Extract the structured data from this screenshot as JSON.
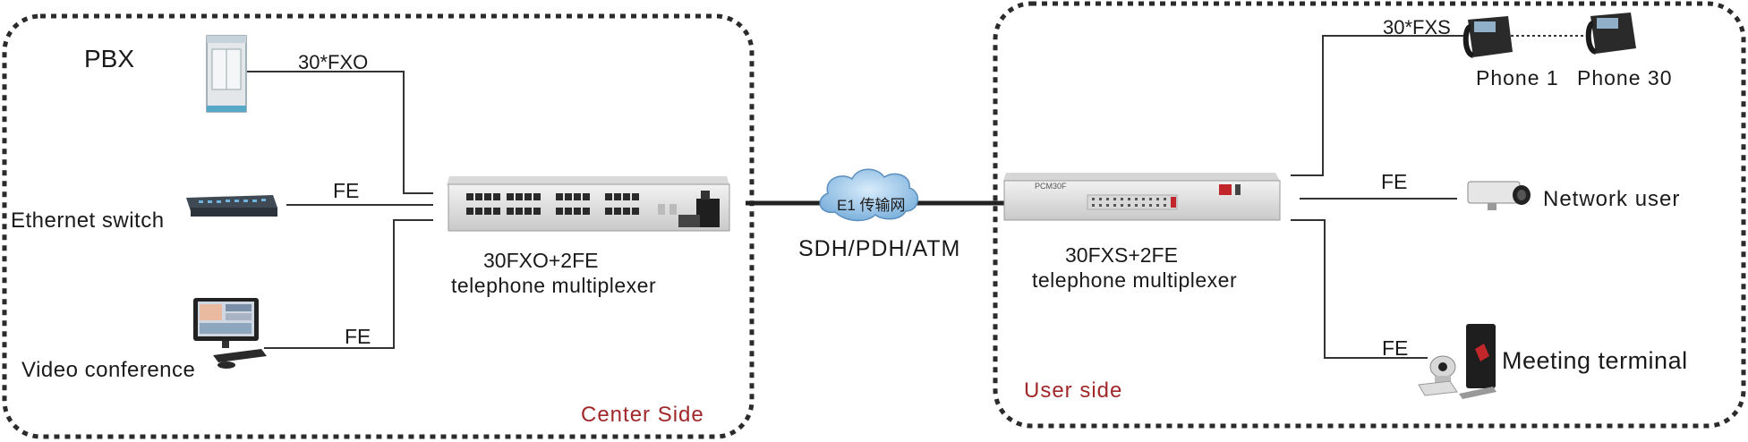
{
  "left_zone": {
    "caption": "Center Side"
  },
  "right_zone": {
    "caption": "User side"
  },
  "left_devices": {
    "pbx": "PBX",
    "switch": "Ethernet switch",
    "video": "Video conference"
  },
  "left_links": {
    "pbx": "30*FXO",
    "switch": "FE",
    "video": "FE"
  },
  "left_mux": {
    "line1": "30FXO+2FE",
    "line2": "telephone multiplexer"
  },
  "network": {
    "cloud_label": "E1 传输网",
    "transport": "SDH/PDH/ATM"
  },
  "right_mux": {
    "line1": "30FXS+2FE",
    "line2": "telephone multiplexer",
    "panel_label": "PCM30F"
  },
  "right_links": {
    "phones": "30*FXS",
    "network_user": "FE",
    "meeting": "FE"
  },
  "right_devices": {
    "phone1": "Phone 1",
    "phone30": "Phone 30",
    "network_user": "Network user",
    "meeting": "Meeting terminal"
  },
  "colors": {
    "border": "#2b2b2b",
    "caption": "#a0282a",
    "line": "#333333",
    "cloud": "#9cc3e6"
  }
}
